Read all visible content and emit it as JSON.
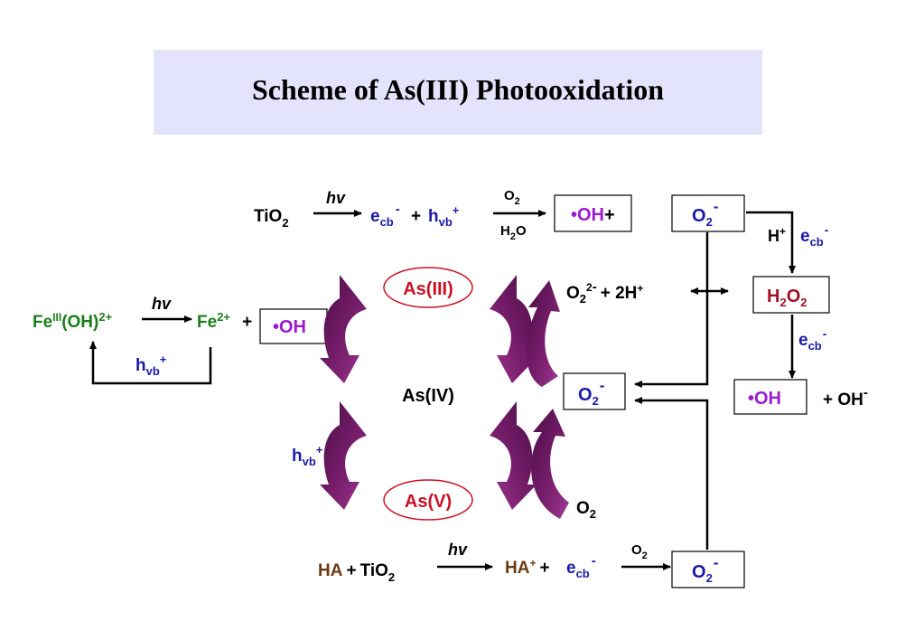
{
  "title": "Scheme of As(III) Photooxidation",
  "colors": {
    "title_bg": "#e3e3fb",
    "arrow_purple": "#7a1f6e",
    "blue_species": "#1a1aa8",
    "oh_radical": "#9b1bd1",
    "arsenic_red": "#cc1122",
    "iron_green": "#1a7d1a",
    "humic_brown": "#6b3a12"
  },
  "reactions": {
    "tio2": "TiO",
    "tio2_sub": "2",
    "hv": "hv",
    "e": "e",
    "cb": "cb",
    "minus": "-",
    "plus": "+",
    "h": "h",
    "vb": "vb",
    "o": "O",
    "two": "2",
    "h2o_h": "H",
    "h2o_o": "O",
    "oh_radical": "•OH",
    "h_plus": "H",
    "fe": "Fe",
    "fe_ox": "III",
    "oh_group": "(OH)",
    "two_plus": "2+",
    "two_h_plus": "+ 2H",
    "plus_oh_minus": "+ OH",
    "ha": "HA"
  },
  "arsenic": {
    "as3": "As(III)",
    "as4": "As(IV)",
    "as5": "As(V)"
  },
  "icons": [
    "curved-purple-arrow",
    "double-headed-arrow",
    "reaction-arrow"
  ]
}
